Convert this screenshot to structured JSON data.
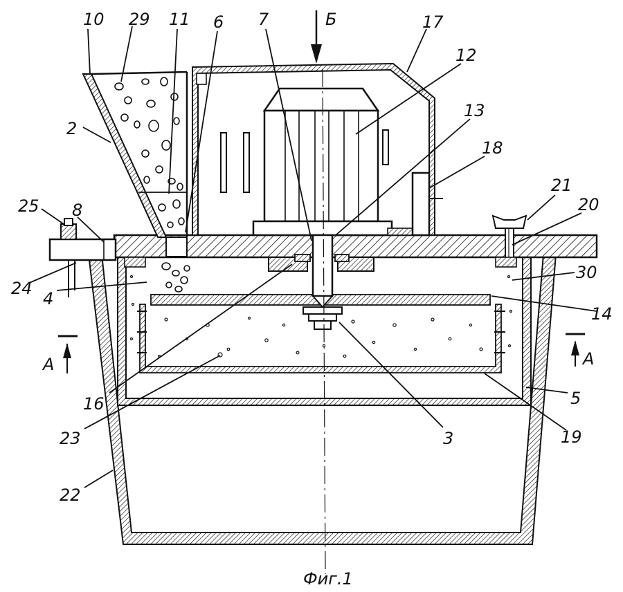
{
  "figure": {
    "caption": "Фиг.1",
    "view_arrow_top": "Б",
    "section_left": "А",
    "section_right": "А"
  },
  "labels": [
    {
      "id": "10",
      "text": "10"
    },
    {
      "id": "29",
      "text": "29"
    },
    {
      "id": "11",
      "text": "11"
    },
    {
      "id": "6",
      "text": "6"
    },
    {
      "id": "7",
      "text": "7"
    },
    {
      "id": "17",
      "text": "17"
    },
    {
      "id": "12",
      "text": "12"
    },
    {
      "id": "13",
      "text": "13"
    },
    {
      "id": "18",
      "text": "18"
    },
    {
      "id": "2",
      "text": "2"
    },
    {
      "id": "21",
      "text": "21"
    },
    {
      "id": "20",
      "text": "20"
    },
    {
      "id": "25",
      "text": "25"
    },
    {
      "id": "8",
      "text": "8"
    },
    {
      "id": "24",
      "text": "24"
    },
    {
      "id": "30",
      "text": "30"
    },
    {
      "id": "4",
      "text": "4"
    },
    {
      "id": "14",
      "text": "14"
    },
    {
      "id": "16",
      "text": "16"
    },
    {
      "id": "5",
      "text": "5"
    },
    {
      "id": "23",
      "text": "23"
    },
    {
      "id": "3",
      "text": "3"
    },
    {
      "id": "19",
      "text": "19"
    },
    {
      "id": "22",
      "text": "22"
    }
  ]
}
